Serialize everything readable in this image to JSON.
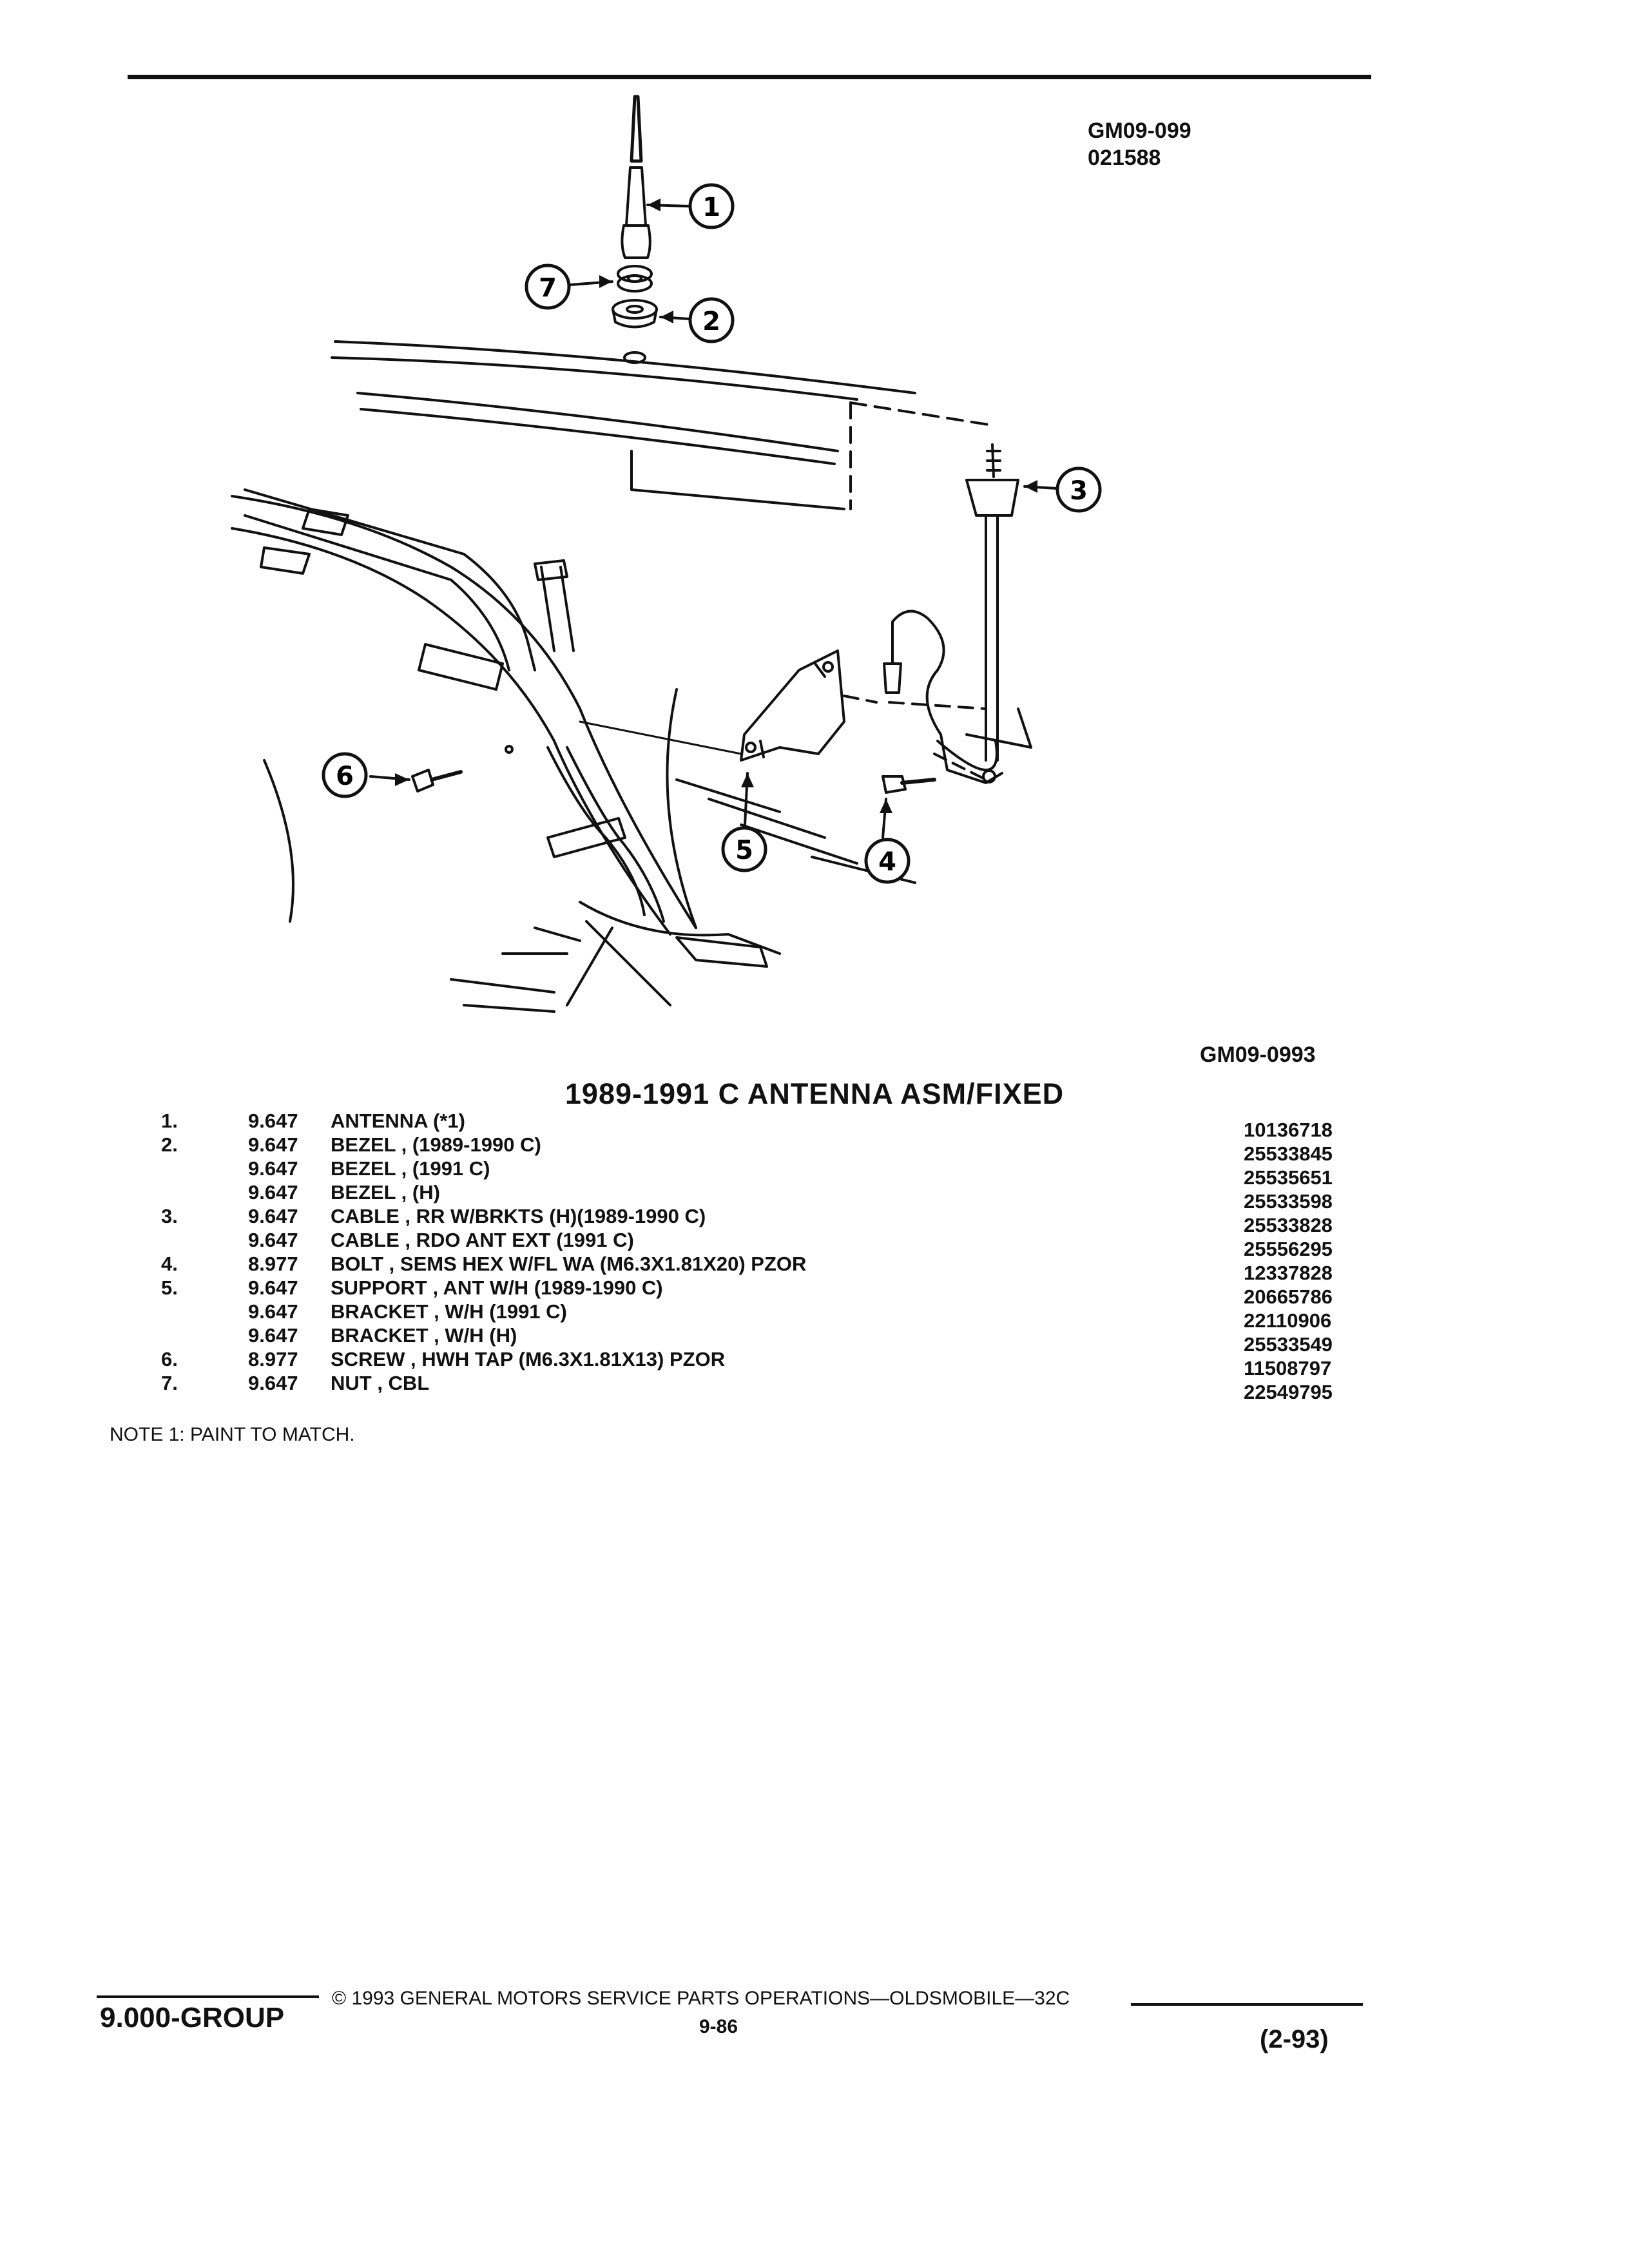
{
  "header": {
    "drawing_code": "GM09-099",
    "date_code": "021588"
  },
  "figure": {
    "code": "GM09-0993",
    "callouts": [
      {
        "id": "callout-1",
        "label": "1"
      },
      {
        "id": "callout-2",
        "label": "2"
      },
      {
        "id": "callout-3",
        "label": "3"
      },
      {
        "id": "callout-4",
        "label": "4"
      },
      {
        "id": "callout-5",
        "label": "5"
      },
      {
        "id": "callout-6",
        "label": "6"
      },
      {
        "id": "callout-7",
        "label": "7"
      }
    ]
  },
  "parts_list": {
    "title": "1989-1991 C ANTENNA ASM/FIXED",
    "rows": [
      {
        "num": "1.",
        "group": "9.647",
        "desc": "ANTENNA (*1)",
        "part": "10136718"
      },
      {
        "num": "2.",
        "group": "9.647",
        "desc": "BEZEL , (1989-1990 C)",
        "part": "25533845"
      },
      {
        "num": "",
        "group": "9.647",
        "desc": "BEZEL , (1991 C)",
        "part": "25535651"
      },
      {
        "num": "",
        "group": "9.647",
        "desc": "BEZEL , (H)",
        "part": "25533598"
      },
      {
        "num": "3.",
        "group": "9.647",
        "desc": "CABLE , RR W/BRKTS (H)(1989-1990 C)",
        "part": "25533828"
      },
      {
        "num": "",
        "group": "9.647",
        "desc": "CABLE , RDO ANT EXT (1991 C)",
        "part": "25556295"
      },
      {
        "num": "4.",
        "group": "8.977",
        "desc": "BOLT , SEMS HEX W/FL WA (M6.3X1.81X20) PZOR",
        "part": "12337828"
      },
      {
        "num": "5.",
        "group": "9.647",
        "desc": "SUPPORT , ANT W/H (1989-1990 C)",
        "part": "20665786"
      },
      {
        "num": "",
        "group": "9.647",
        "desc": "BRACKET , W/H (1991 C)",
        "part": "22110906"
      },
      {
        "num": "",
        "group": "9.647",
        "desc": "BRACKET , W/H (H)",
        "part": "25533549"
      },
      {
        "num": "6.",
        "group": "8.977",
        "desc": "SCREW , HWH TAP (M6.3X1.81X13) PZOR",
        "part": "11508797"
      },
      {
        "num": "7.",
        "group": "9.647",
        "desc": "NUT , CBL",
        "part": "22549795"
      }
    ]
  },
  "note": "NOTE  1:  PAINT TO MATCH.",
  "footer": {
    "group": "9.000-GROUP",
    "copyright": "©  1993  GENERAL MOTORS SERVICE PARTS OPERATIONS—OLDSMOBILE—32C",
    "page": "9-86",
    "revision": "(2-93)"
  }
}
